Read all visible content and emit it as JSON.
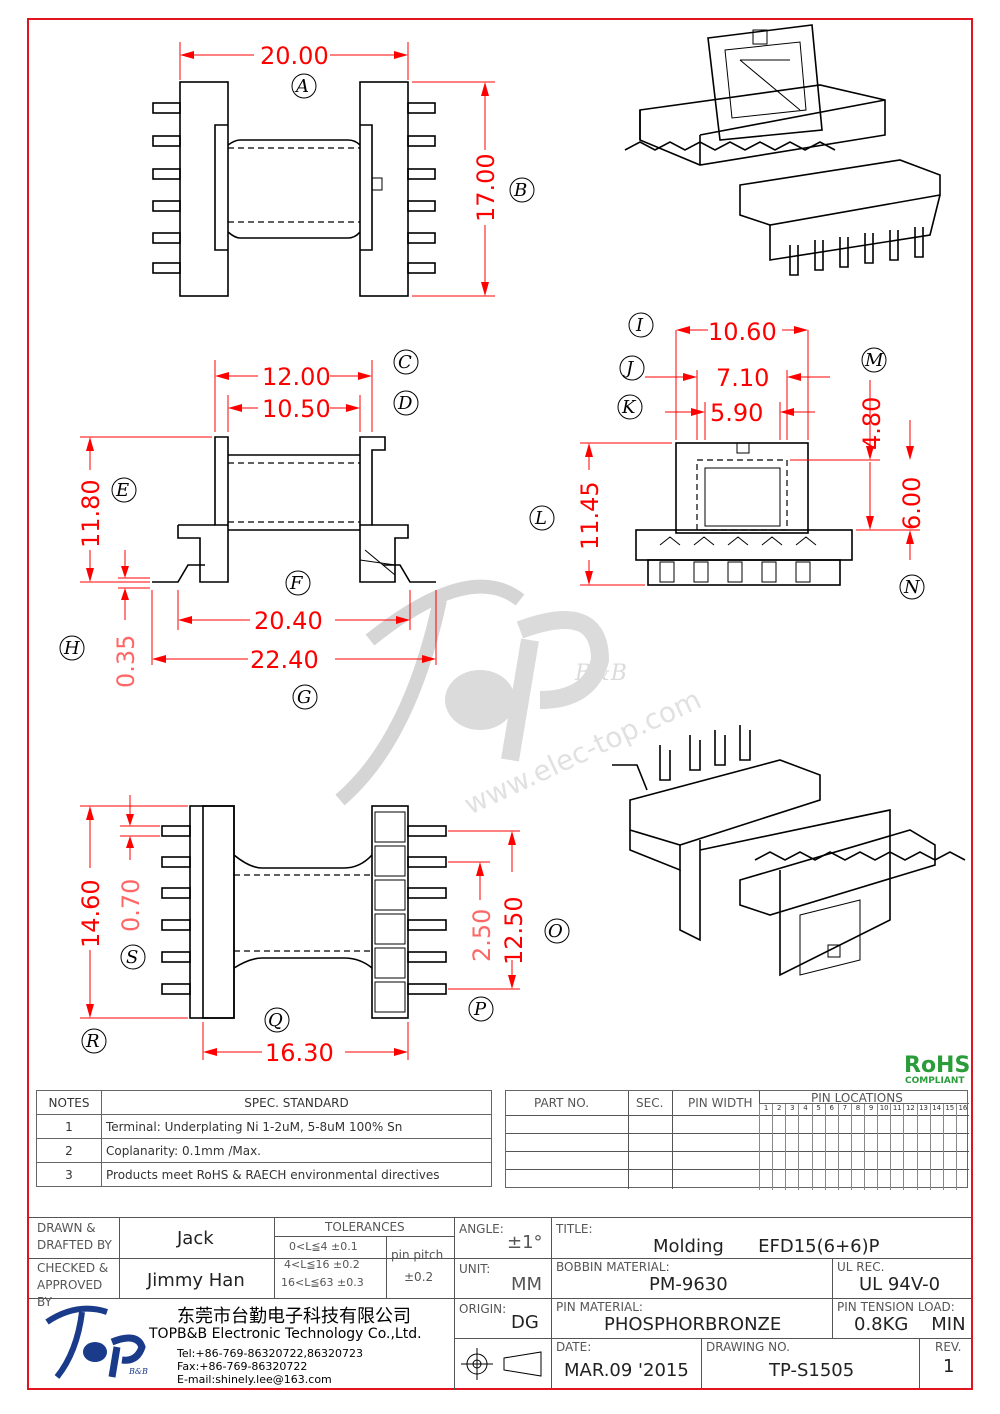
{
  "dimensions": {
    "top_width": "20.00",
    "top_height": "17.00",
    "front_w1": "12.00",
    "front_w2": "10.50",
    "front_h": "11.80",
    "front_base1": "20.40",
    "front_base2": "22.40",
    "front_pin": "0.35",
    "side_w1": "10.60",
    "side_w2": "7.10",
    "side_w3": "5.90",
    "side_h1": "11.45",
    "side_h2": "4.80",
    "side_h3": "6.00",
    "bottom_h1": "14.60",
    "bottom_pin": "0.70",
    "bottom_pitch": "2.50",
    "bottom_h2": "12.50",
    "bottom_w": "16.30"
  },
  "labels": [
    "A",
    "B",
    "C",
    "D",
    "E",
    "F",
    "G",
    "H",
    "I",
    "J",
    "K",
    "L",
    "M",
    "N",
    "O",
    "P",
    "Q",
    "R",
    "S"
  ],
  "watermark": {
    "brand": "Top",
    "sub": "B&B",
    "url": "www.elec-top.com"
  },
  "rohs": {
    "title": "RoHS",
    "sub": "COMPLIANT"
  },
  "notes": {
    "col1": "NOTES",
    "col2": "SPEC. STANDARD",
    "rows": [
      {
        "num": "1",
        "text": "Terminal: Underplating Ni 1-2uM, 5-8uM 100% Sn"
      },
      {
        "num": "2",
        "text": "Coplanarity: 0.1mm /Max."
      },
      {
        "num": "3",
        "text": "Products meet RoHS & RAECH environmental directives"
      }
    ]
  },
  "parts": {
    "col_part": "PART NO.",
    "col_sec": "SEC.",
    "col_pin_width": "PIN WIDTH",
    "col_pin_loc": "PIN LOCATIONS",
    "pin_numbers": [
      "1",
      "2",
      "3",
      "4",
      "5",
      "6",
      "7",
      "8",
      "9",
      "10",
      "11",
      "12",
      "13",
      "14",
      "15",
      "16"
    ]
  },
  "title_block": {
    "drawn_label": "DRAWN & DRAFTED BY",
    "drawn_value": "Jack",
    "checked_label": "CHECKED & APPROVED BY",
    "checked_value": "Jimmy Han",
    "tol_label": "TOLERANCES",
    "tol1": "0<L≦4 ±0.1",
    "tol2": "4<L≦16 ±0.2",
    "tol3": "16<L≦63 ±0.3",
    "pin_pitch_label": "pin pitch",
    "pin_pitch_value": "±0.2",
    "angle_label": "ANGLE:",
    "angle_value": "±1°",
    "unit_label": "UNIT:",
    "unit_value": "MM",
    "origin_label": "ORIGIN:",
    "origin_value": "DG",
    "title_label": "TITLE:",
    "title_value": "Molding      EFD15(6+6)P",
    "bobbin_label": "BOBBIN MATERIAL:",
    "bobbin_value": "PM-9630",
    "ul_label": "UL REC.",
    "ul_value": "UL 94V-0",
    "pin_mat_label": "PIN MATERIAL:",
    "pin_mat_value": "PHOSPHORBRONZE",
    "tension_label": "PIN TENSION LOAD:",
    "tension_value": "0.8KG    MIN",
    "date_label": "DATE:",
    "date_value": "MAR.09 '2015",
    "drawing_label": "DRAWING NO.",
    "drawing_value": "TP-S1505",
    "rev_label": "REV.",
    "rev_value": "1",
    "company_cn": "东莞市台勤电子科技有限公司",
    "company_en": "TOPB&B Electronic Technology Co.,Ltd.",
    "tel": "Tel:+86-769-86320722,86320723",
    "fax": "Fax:+86-769-86320722",
    "email": "E-mail:shinely.lee@163.com",
    "logo_sub": "B&B"
  }
}
